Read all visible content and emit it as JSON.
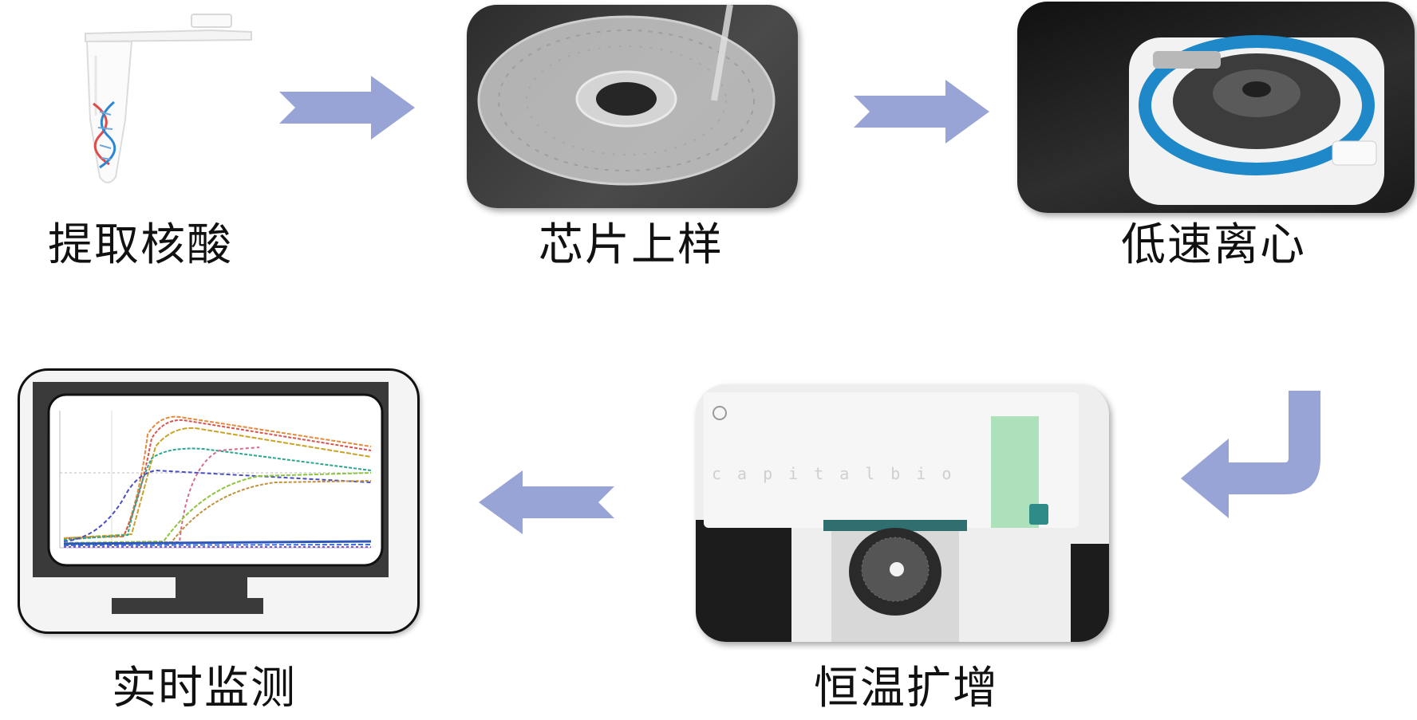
{
  "steps": [
    {
      "label": "提取核酸"
    },
    {
      "label": "芯片上样"
    },
    {
      "label": "低速离心"
    },
    {
      "label": "恒温扩增"
    },
    {
      "label": "实时监测"
    }
  ],
  "instrument_brand": "capitalbio",
  "colors": {
    "arrow": "#98a3d6",
    "frame": "#111111",
    "accent": "#1e88c8"
  }
}
